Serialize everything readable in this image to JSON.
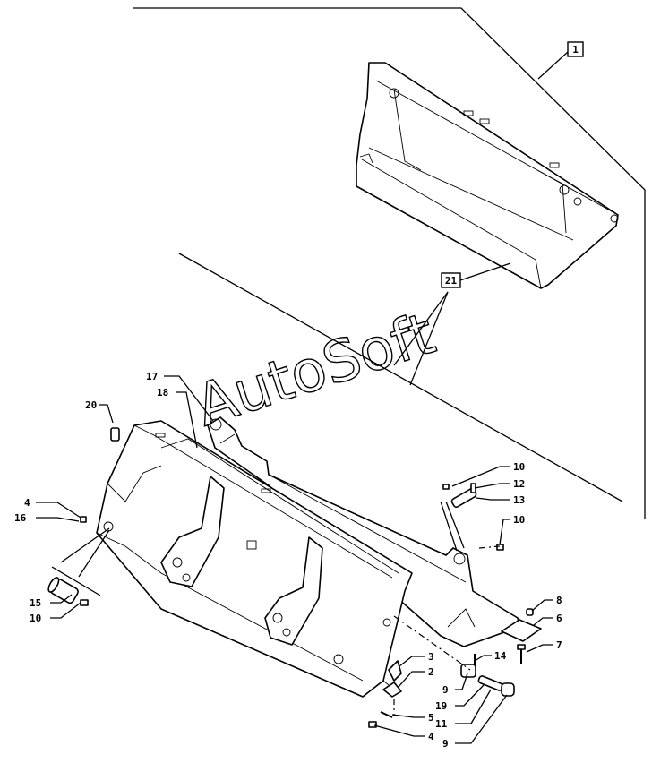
{
  "watermark": "AutoSoft",
  "boxes": {
    "top": "1",
    "mid": "21"
  },
  "callouts": {
    "c17": "17",
    "c18": "18",
    "c20": "20",
    "c4a": "4",
    "c16": "16",
    "c15": "15",
    "c10a": "10",
    "c10b": "10",
    "c12": "12",
    "c13": "13",
    "c10c": "10",
    "c8": "8",
    "c6": "6",
    "c7": "7",
    "c14": "14",
    "c3": "3",
    "c2": "2",
    "c9a": "9",
    "c19": "19",
    "c5": "5",
    "c11": "11",
    "c4b": "4",
    "c9b": "9"
  }
}
